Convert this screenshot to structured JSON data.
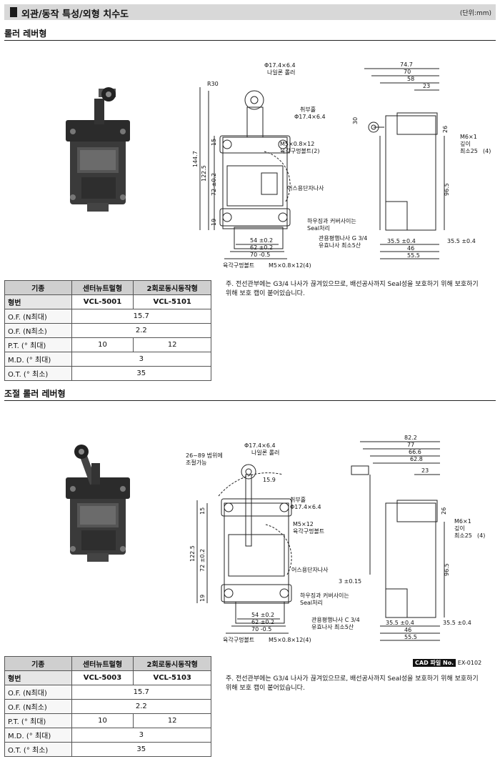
{
  "header": {
    "title": "외관/동작 특성/외형 치수도",
    "unit": "(단위:mm)"
  },
  "sections": [
    {
      "title": "롤러 레버형",
      "table": {
        "headers": [
          "기종",
          "센터뉴트럴형",
          "2회로동시동작형"
        ],
        "model_label": "형번",
        "models": [
          "VCL-5001",
          "VCL-5101"
        ],
        "rows": [
          {
            "label": "O.F.  (N최대)",
            "span": "15.7"
          },
          {
            "label": "O.F.  (N최소)",
            "span": "2.2"
          },
          {
            "label": "P.T.  (° 최대)",
            "a": "10",
            "b": "12"
          },
          {
            "label": "M.D.  (° 최대)",
            "span": "3"
          },
          {
            "label": "O.T.  (° 최소)",
            "span": "35"
          }
        ]
      },
      "note": "주. 전선관부에는 G3/4 나사가 끊겨있으므로, 배선공사까지 Seal성을 보호하기 위해 보호하기 위해 보호 캡이 붙어있습니다.",
      "drawing": {
        "roller": "Φ17.4×6.4",
        "roller_name": "나일론 롤러",
        "radius": "R30",
        "hole": "취부홀",
        "hole_dim": "Φ17.4×6.4",
        "bolt": "M5×0.8×12",
        "bolt_name": "육각구멍볼트(2)",
        "ground": "어스용단자나사",
        "dims_left": [
          "144.7",
          "122.5",
          "72 ±0.2",
          "15",
          "19"
        ],
        "dims_bottom": [
          "54 ±0.2",
          "62 ±0.2",
          "70 -0.5"
        ],
        "bottom_bolt": "육각구멍볼트",
        "bottom_bolt_dim": "M5×0.8×12(4)",
        "dims_top": [
          "74.7",
          "70",
          "58",
          "23"
        ],
        "dim_30": "30",
        "dim_26": "26",
        "m6": "M6×1",
        "m6_depth": "깊이",
        "m6_min": "최소25",
        "m6_count": "(4)",
        "dim_96": "96.5",
        "seal_note": "하우징과 커버사이는",
        "seal_note2": "Seal처리",
        "conduit": "관용평행나사 G 3/4",
        "conduit2": "유효나사 최소5산",
        "dims_side_bottom": [
          "35.5 ±0.4",
          "35.5 ±0.4",
          "46",
          "55.5"
        ]
      }
    },
    {
      "title": "조절 롤러 레버형",
      "table": {
        "headers": [
          "기종",
          "센터뉴트럴형",
          "2회로동시동작형"
        ],
        "model_label": "형번",
        "models": [
          "VCL-5003",
          "VCL-5103"
        ],
        "rows": [
          {
            "label": "O.F.  (N최대)",
            "span": "15.7"
          },
          {
            "label": "O.F.  (N최소)",
            "span": "2.2"
          },
          {
            "label": "P.T.  (° 최대)",
            "a": "10",
            "b": "12"
          },
          {
            "label": "M.D.  (° 최대)",
            "span": "3"
          },
          {
            "label": "O.T.  (° 최소)",
            "span": "35"
          }
        ]
      },
      "note": "주. 전선관부에는 G3/4 나사가 끊겨있으므로, 배선공사까지 Seal성을 보호하기 위해 보호하기 위해 보호 캡이 붙어있습니다.",
      "cad_label": "CAD 파일 No.",
      "cad_no": "EX-0102",
      "drawing": {
        "roller": "Φ17.4×6.4",
        "roller_name": "나일론 롤러",
        "adjust": "26~89 범위에",
        "adjust2": "조절가능",
        "dim_159": "15.9",
        "hole": "취부홀",
        "hole_dim": "Φ17.4×6.4",
        "bolt": "M5×12",
        "bolt_name": "육각구멍볼트",
        "ground": "어스용단자나사",
        "dims_left": [
          "122.5",
          "72 ±0.2",
          "15",
          "19"
        ],
        "dims_bottom": [
          "54 ±0.2",
          "62 ±0.2",
          "70 -0.5"
        ],
        "bottom_bolt": "육각구멍볼트",
        "bottom_bolt_dim": "M5×0.8×12(4)",
        "dims_top": [
          "82.2",
          "77",
          "66.6",
          "62.8",
          "23"
        ],
        "dim_26": "26",
        "m6": "M6×1",
        "m6_depth": "깊이",
        "m6_min": "최소25",
        "m6_count": "(4)",
        "dim_96": "96.5",
        "dim_3": "3 ±0.15",
        "seal_note": "하우징과 커버사이는",
        "seal_note2": "Seal처리",
        "conduit": "관용평행나사 C 3/4",
        "conduit2": "유효나사 최소5산",
        "dims_side_bottom": [
          "35.5 ±0.4",
          "35.5 ±0.4",
          "46",
          "55.5"
        ]
      }
    }
  ]
}
